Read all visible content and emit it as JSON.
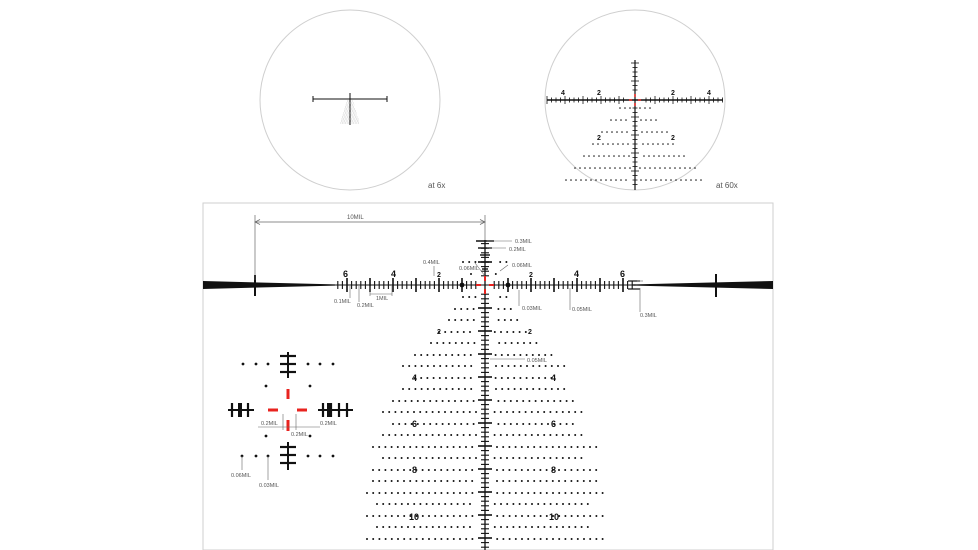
{
  "captions": {
    "low_power": "at 6x",
    "high_power": "at 60x"
  },
  "scope60x": {
    "numbers": [
      "4",
      "2",
      "2",
      "4",
      "2",
      "2"
    ]
  },
  "main": {
    "horizontal_numbers": [
      "6",
      "4",
      "2",
      "2",
      "4",
      "6"
    ],
    "vertical_numbers_left": [
      "2",
      "4",
      "6",
      "8",
      "10"
    ],
    "vertical_numbers_right": [
      "2",
      "4",
      "6",
      "8",
      "10"
    ]
  },
  "annotations": {
    "span_10mil": "10MIL",
    "mil_0_3_top": "0.3MIL",
    "mil_0_2_top": "0.2MIL",
    "mil_0_06_left": "0.06MIL",
    "mil_0_4": "0.4MIL",
    "mil_0_06_right": "0.06MIL",
    "mil_0_1": "0.1MIL",
    "mil_1": "1MIL",
    "mil_0_2_bottom": "0.2MIL",
    "mil_0_03": "0.03MIL",
    "mil_0_05_h": "0.05MIL",
    "mil_0_3_right": "0.3MIL",
    "mil_0_05_v": "0.05MIL"
  },
  "inset": {
    "mil_0_2_a": "0.2MIL",
    "mil_0_2_b": "0.2MIL",
    "mil_0_2_c": "0.2MIL",
    "mil_0_06": "0.06MIL",
    "mil_0_03": "0.03MIL"
  },
  "colors": {
    "reticle": "#111111",
    "accent": "#e8231f",
    "outline": "#cfcfcf",
    "label": "#555555"
  }
}
